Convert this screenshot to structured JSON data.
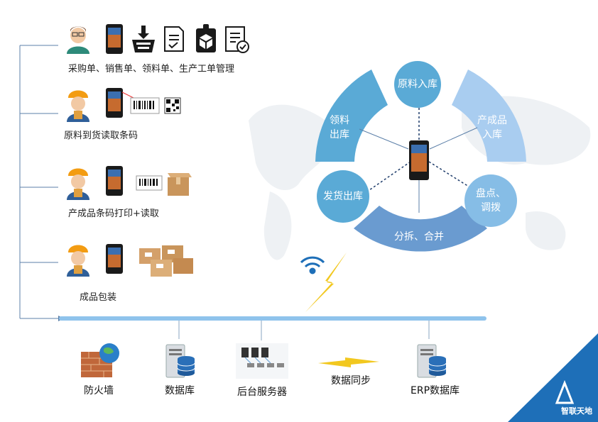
{
  "left": {
    "row1_label": "采购单、销售单、领料单、生产工单管理",
    "row2_label": "原料到货读取条码",
    "row3_label": "产成品条码打印+读取",
    "row4_label": "成品包装"
  },
  "wheel": {
    "top": "原料入库",
    "left_top_line1": "领料",
    "left_top_line2": "出库",
    "right_top_line1": "产成品",
    "right_top_line2": "入库",
    "left": "发货出库",
    "right_line1": "盘点、",
    "right_line2": "调拨",
    "bottom": "分拆、合并"
  },
  "bottom": {
    "firewall": "防火墙",
    "database": "数据库",
    "server": "后台服务器",
    "sync": "数据同步",
    "erp": "ERP数据库"
  },
  "brand": {
    "name": "智联天地"
  },
  "colors": {
    "accent_blue": "#5b9bd5",
    "wheel_light": "#a9cdf0",
    "wheel_mid": "#6aa3d8",
    "corner": "#1e6fb8",
    "bus": "#8fc3ec"
  }
}
